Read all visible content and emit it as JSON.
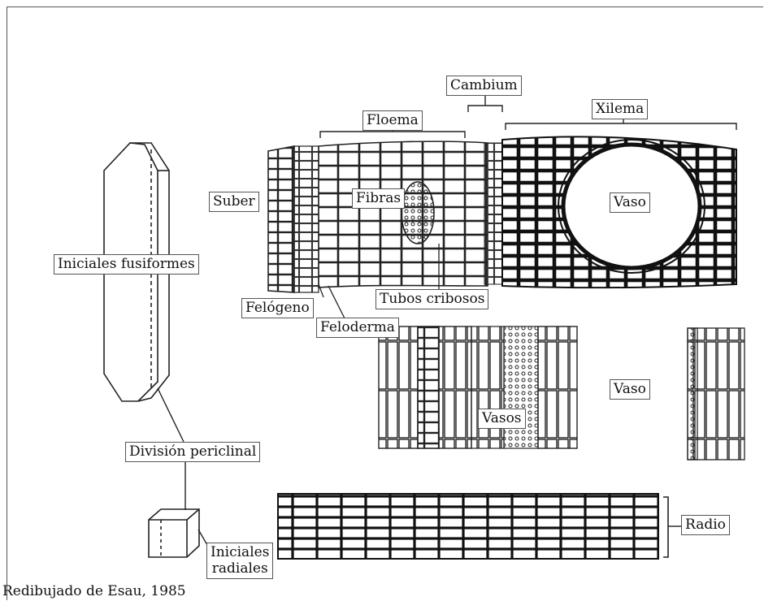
{
  "labels": {
    "cambium": "Cambium",
    "floema": "Floema",
    "xilema": "Xilema",
    "suber": "Suber",
    "fibras": "Fibras",
    "vaso_top": "Vaso",
    "iniciales_fusiformes": "Iniciales fusiformes",
    "felogeno": "Felógeno",
    "tubos_cribosos": "Tubos cribosos",
    "feloderma": "Feloderma",
    "vaso_mid": "Vaso",
    "vasos": "Vasos",
    "division_periclinal": "División periclinal",
    "radio": "Radio",
    "iniciales_radiales_line1": "Iniciales",
    "iniciales_radiales_line2": "radiales"
  },
  "credit": "Redibujado de Esau, 1985"
}
